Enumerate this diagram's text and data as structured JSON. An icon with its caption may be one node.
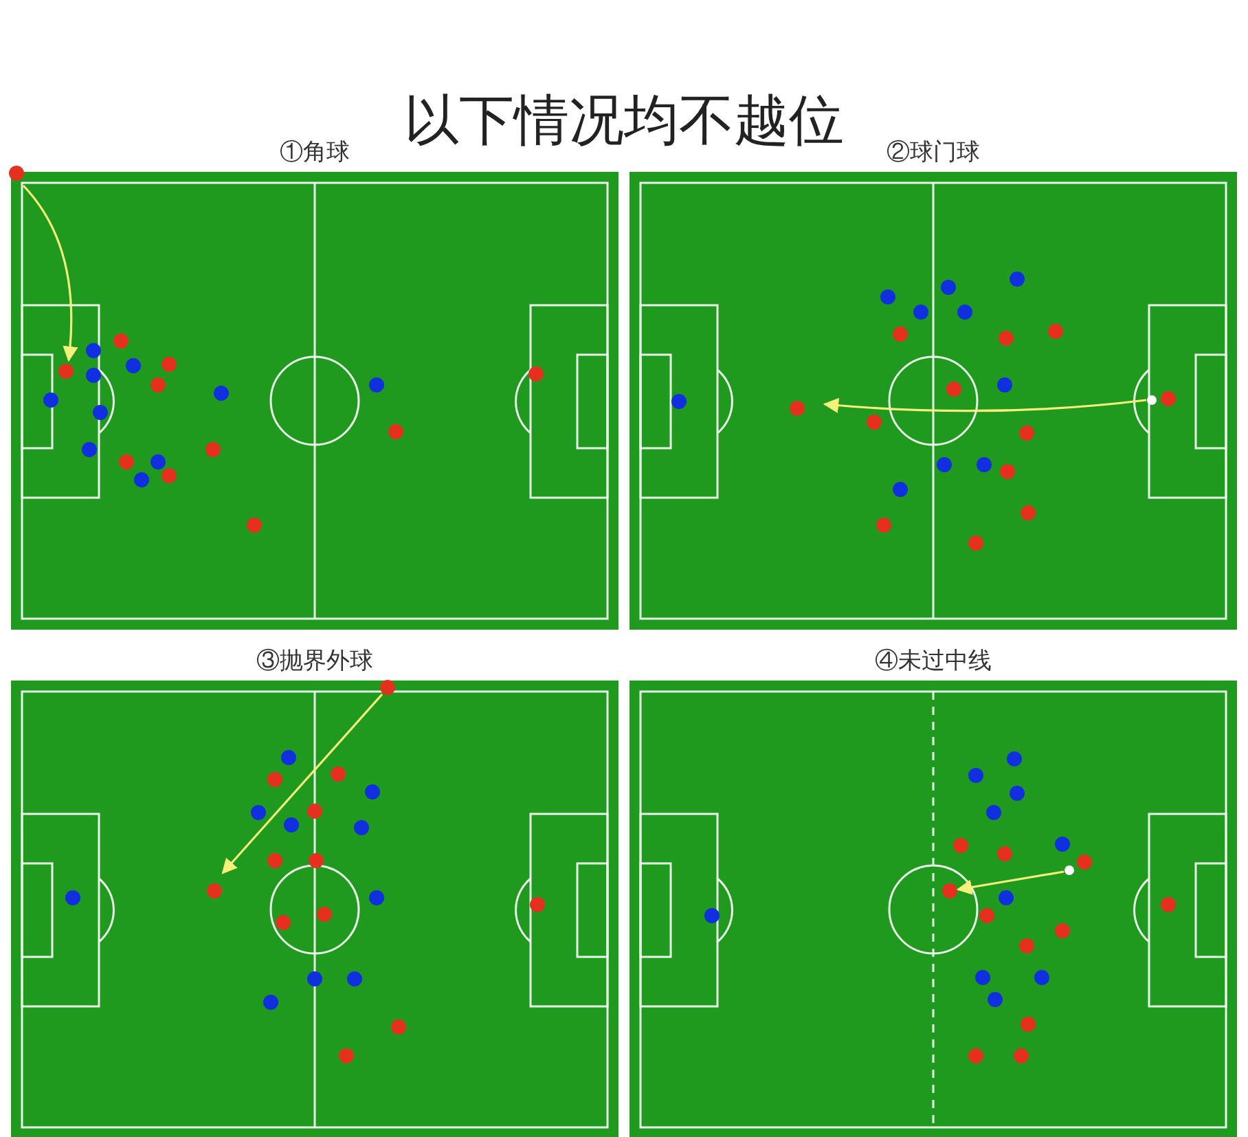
{
  "diagram": {
    "title": "以下情况均不越位",
    "nodes": [
      {
        "text": [
          "①角球"
        ]
      },
      {
        "text": [
          "②球门球"
        ]
      },
      {
        "text": [
          "③抛界外球"
        ]
      },
      {
        "text": [
          "④未过中线"
        ]
      }
    ]
  }
}
